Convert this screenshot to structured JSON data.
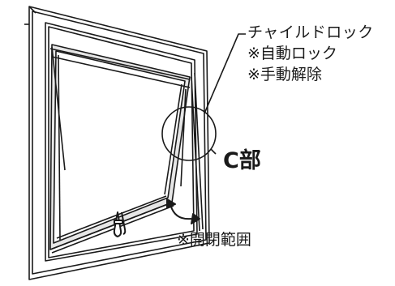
{
  "labels": {
    "child_lock_title": "チャイルドロック",
    "child_lock_auto": "※自動ロック",
    "child_lock_manual": "※手動解除",
    "detail_c": "C部",
    "opening_range": "※開閉範囲"
  },
  "colors": {
    "line": "#1a1a1a",
    "window_shade": "#e6e6e6",
    "background": "#ffffff"
  },
  "icons": {
    "window_handle": "crescent-handle",
    "opening_arrow": "curved-double-arrow"
  }
}
